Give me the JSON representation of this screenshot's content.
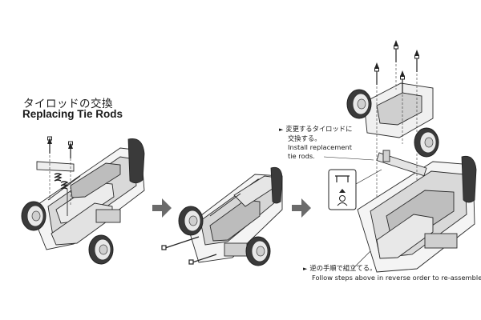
{
  "title_jp": "タイロッドの交換",
  "title_en": "Replacing Tie Rods",
  "note_install": {
    "bullet": "►",
    "jp_line1": "変更するタイロッドに",
    "jp_line2": "交換する。",
    "en_line1": "Install replacement",
    "en_line2": "tie rods."
  },
  "note_reassemble": {
    "bullet": "►",
    "jp": "逆の手順で組立てる。",
    "en": "Follow steps above in reverse order to re-assemble."
  },
  "colors": {
    "line": "#2a2a2a",
    "arrow": "#6b6b6b",
    "tire": "#3a3a3a",
    "wheel": "#e8e8e8"
  },
  "icons": [
    "step-arrow-icon",
    "step-arrow-icon",
    "part-orientation-icon"
  ]
}
